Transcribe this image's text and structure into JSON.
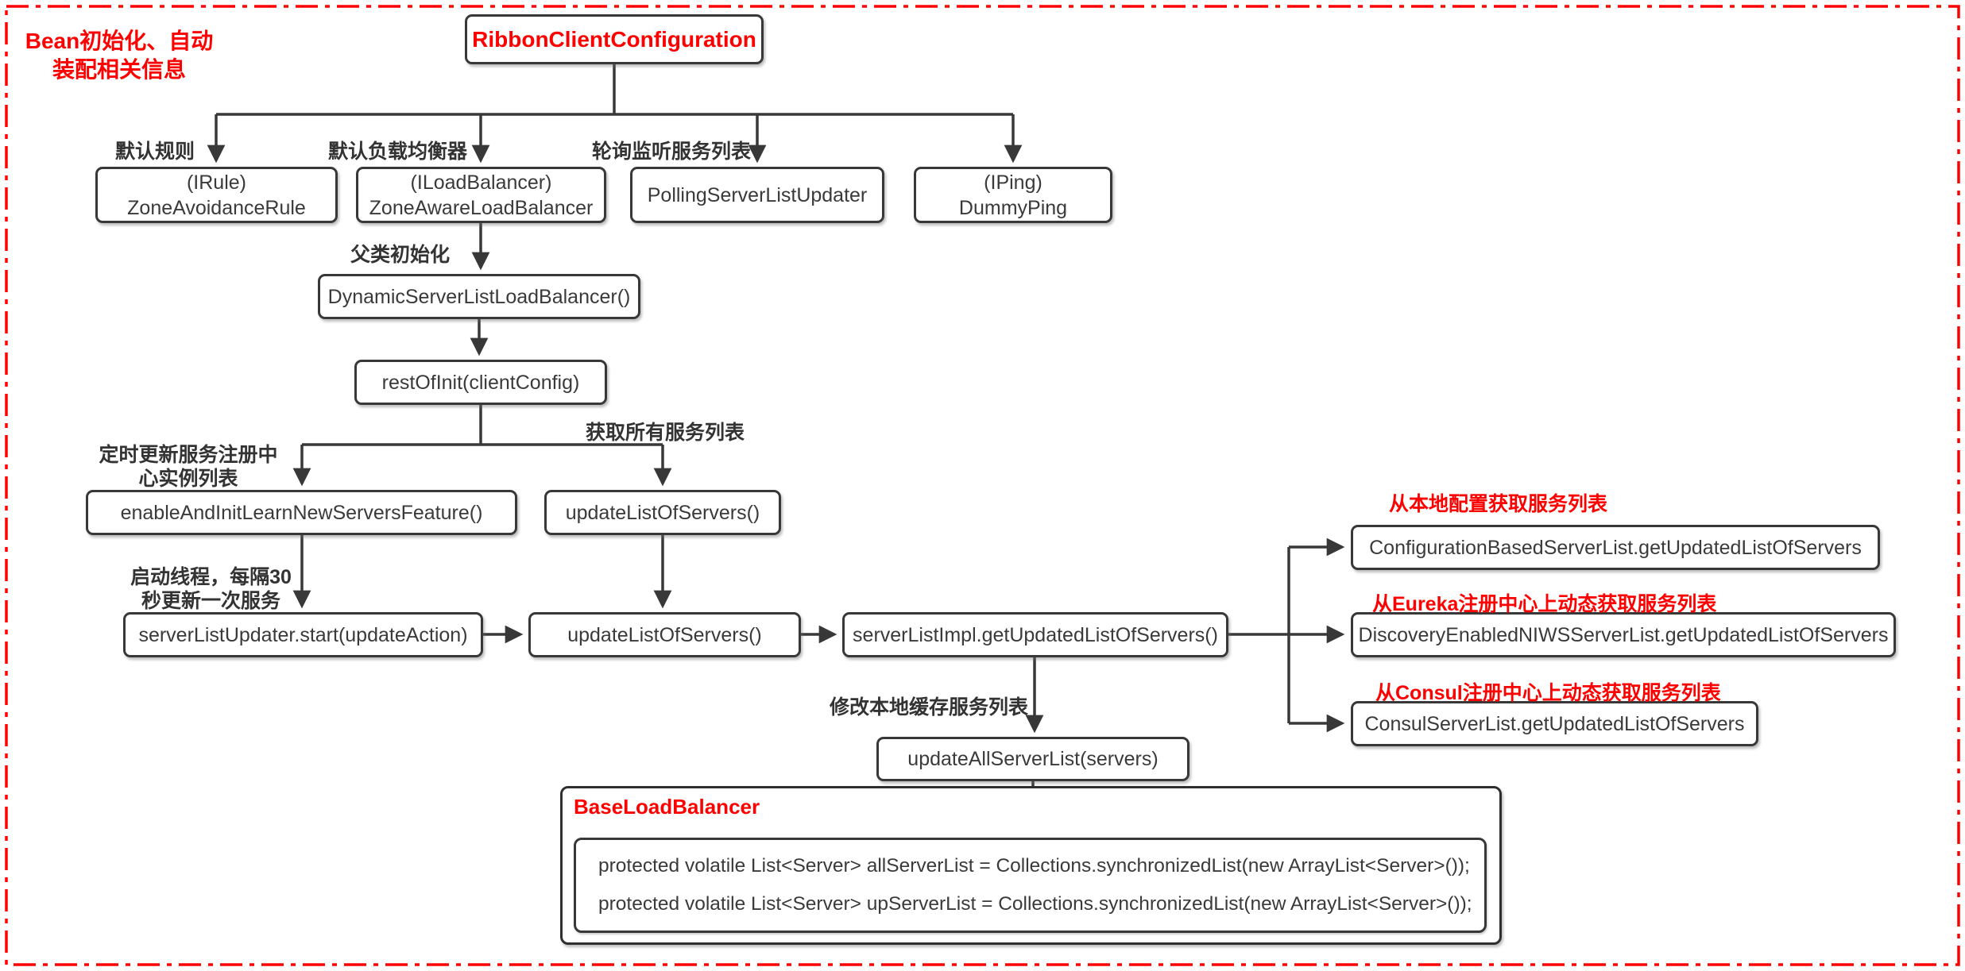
{
  "note": {
    "line1": "Bean初始化、自动",
    "line2": "装配相关信息"
  },
  "nodes": {
    "root": "RibbonClientConfiguration",
    "rule_l1": "(IRule)",
    "rule_l2": "ZoneAvoidanceRule",
    "lb_l1": "(ILoadBalancer)",
    "lb_l2": "ZoneAwareLoadBalancer",
    "polling": "PollingServerListUpdater",
    "ping_l1": "(IPing)",
    "ping_l2": "DummyPing",
    "dynamic": "DynamicServerListLoadBalancer()",
    "rest_of_init": "restOfInit(clientConfig)",
    "enable_feature": "enableAndInitLearnNewServersFeature()",
    "update_list_1": "updateListOfServers()",
    "server_list_updater": "serverListUpdater.start(updateAction)",
    "update_list_2": "updateListOfServers()",
    "server_list_impl": "serverListImpl.getUpdatedListOfServers()",
    "config_based": "ConfigurationBasedServerList.getUpdatedListOfServers",
    "discovery_niws": "DiscoveryEnabledNIWSServerList.getUpdatedListOfServers",
    "consul": "ConsulServerList.getUpdatedListOfServers",
    "update_all": "updateAllServerList(servers)",
    "base_lb_title": "BaseLoadBalancer",
    "code1": "protected volatile List<Server> allServerList = Collections.synchronizedList(new ArrayList<Server>());",
    "code2": "protected volatile List<Server> upServerList = Collections.synchronizedList(new ArrayList<Server>());"
  },
  "labels": {
    "default_rule": "默认规则",
    "default_lb": "默认负载均衡器",
    "polling_listen": "轮询监听服务列表",
    "parent_init": "父类初始化",
    "timed_update_l1": "定时更新服务注册中",
    "timed_update_l2": "心实例列表",
    "get_all": "获取所有服务列表",
    "start_thread_l1": "启动线程，每隔30",
    "start_thread_l2": "秒更新一次服务",
    "modify_cache": "修改本地缓存服务列表",
    "from_local": "从本地配置获取服务列表",
    "from_eureka": "从Eureka注册中心上动态获取服务列表",
    "from_consul": "从Consul注册中心上动态获取服务列表"
  },
  "colors": {
    "accent_red": "#fd0000",
    "line": "#383838",
    "background": "#ffffff"
  }
}
